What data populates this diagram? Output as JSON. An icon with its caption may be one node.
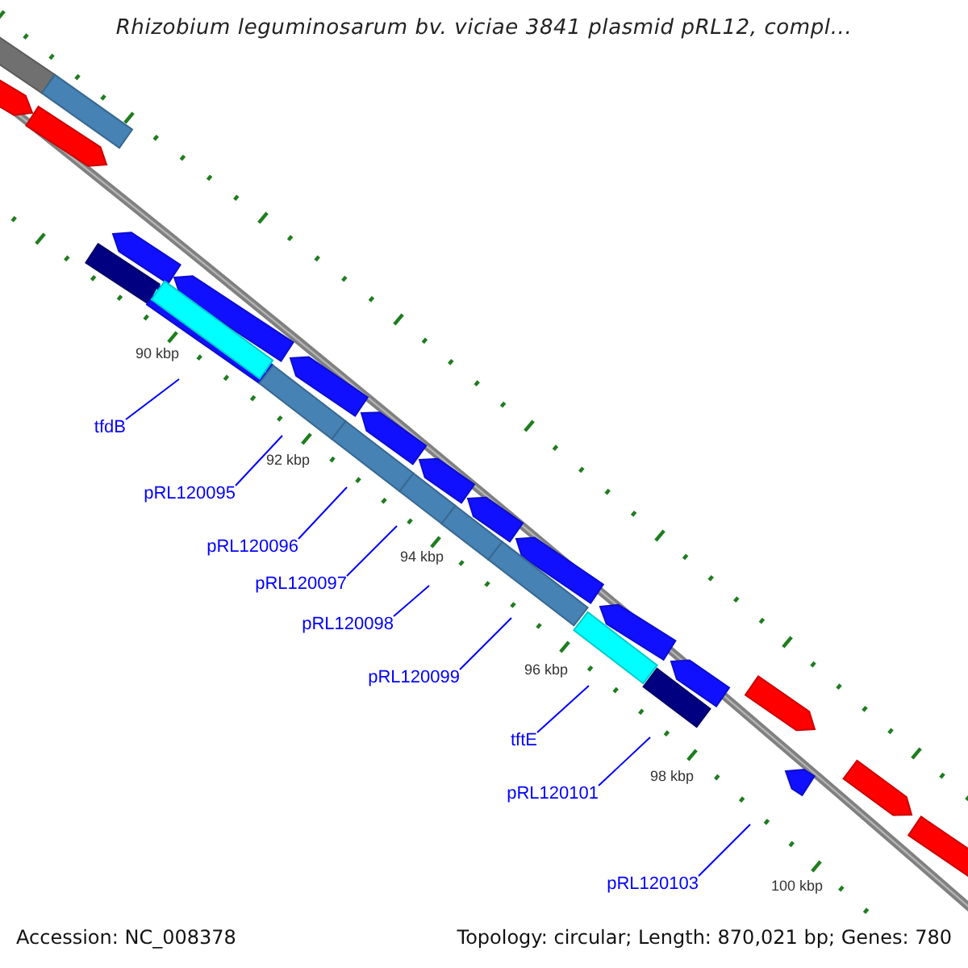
{
  "diagram": {
    "title": "Rhizobium leguminosarum bv. viciae 3841 plasmid pRL12, compl...",
    "nodes": [
      {
        "text": [
          "tfdB"
        ]
      },
      {
        "text": [
          "pRL120095"
        ]
      },
      {
        "text": [
          "pRL120096"
        ]
      },
      {
        "text": [
          "pRL120097"
        ]
      },
      {
        "text": [
          "pRL120098"
        ]
      },
      {
        "text": [
          "pRL120099"
        ]
      },
      {
        "text": [
          "tftE"
        ]
      },
      {
        "text": [
          "pRL120101"
        ]
      },
      {
        "text": [
          "pRL120103"
        ]
      }
    ],
    "edges": [
      {
        "from": 0,
        "to": null,
        "arrow": "none"
      },
      {
        "from": 1,
        "to": null,
        "arrow": "none"
      },
      {
        "from": 2,
        "to": null,
        "arrow": "none"
      },
      {
        "from": 3,
        "to": null,
        "arrow": "none"
      },
      {
        "from": 4,
        "to": null,
        "arrow": "none"
      },
      {
        "from": 5,
        "to": null,
        "arrow": "none"
      },
      {
        "from": 6,
        "to": null,
        "arrow": "none"
      },
      {
        "from": 7,
        "to": null,
        "arrow": "none"
      },
      {
        "from": 8,
        "to": null,
        "arrow": "none"
      }
    ],
    "labels": [
      "90 kbp",
      "92 kbp",
      "94 kbp",
      "96 kbp",
      "98 kbp",
      "100 kbp",
      "Accession: NC_008378",
      "Topology: circular; Length: 870,021 bp; Genes: 780"
    ]
  }
}
